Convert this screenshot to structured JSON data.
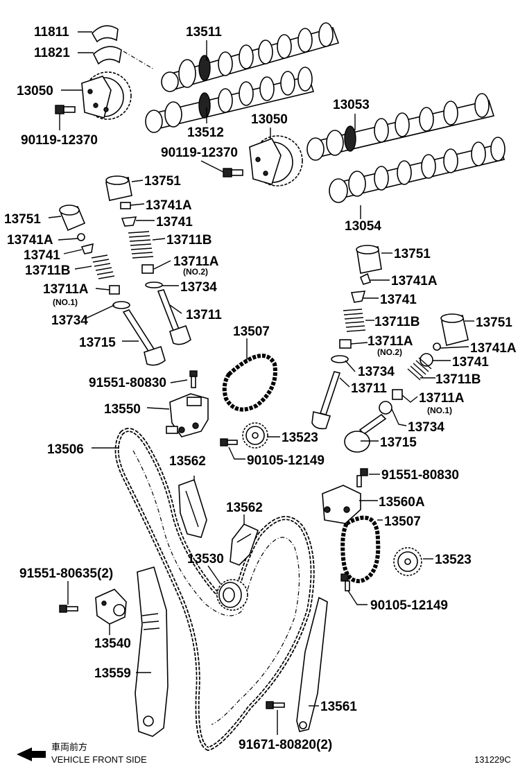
{
  "diagram": {
    "labels": [
      {
        "id": "p11811",
        "text": "11811"
      },
      {
        "id": "p11821",
        "text": "11821"
      },
      {
        "id": "p13511",
        "text": "13511"
      },
      {
        "id": "p13050a",
        "text": "13050"
      },
      {
        "id": "p90119a",
        "text": "90119-12370"
      },
      {
        "id": "p13512",
        "text": "13512"
      },
      {
        "id": "p13050b",
        "text": "13050"
      },
      {
        "id": "p90119b",
        "text": "90119-12370"
      },
      {
        "id": "p13053",
        "text": "13053"
      },
      {
        "id": "p13054",
        "text": "13054"
      },
      {
        "id": "p13751a",
        "text": "13751"
      },
      {
        "id": "p13741Aa",
        "text": "13741A"
      },
      {
        "id": "p13741a",
        "text": "13741"
      },
      {
        "id": "p13711Ba",
        "text": "13711B"
      },
      {
        "id": "p13711Aa",
        "text": "13711A"
      },
      {
        "id": "p13734a",
        "text": "13734"
      },
      {
        "id": "p13711a",
        "text": "13711"
      },
      {
        "id": "p13751b",
        "text": "13751"
      },
      {
        "id": "p13741Ab",
        "text": "13741A"
      },
      {
        "id": "p13741b",
        "text": "13741"
      },
      {
        "id": "p13711Bb",
        "text": "13711B"
      },
      {
        "id": "p13711Ab",
        "text": "13711A"
      },
      {
        "id": "p13734b",
        "text": "13734"
      },
      {
        "id": "p13715a",
        "text": "13715"
      },
      {
        "id": "p13507a",
        "text": "13507"
      },
      {
        "id": "p91551a",
        "text": "91551-80830"
      },
      {
        "id": "p13550",
        "text": "13550"
      },
      {
        "id": "p13506",
        "text": "13506"
      },
      {
        "id": "p13523a",
        "text": "13523"
      },
      {
        "id": "p90105a",
        "text": "90105-12149"
      },
      {
        "id": "p13751c",
        "text": "13751"
      },
      {
        "id": "p13741Ac",
        "text": "13741A"
      },
      {
        "id": "p13741c",
        "text": "13741"
      },
      {
        "id": "p13711Bc",
        "text": "13711B"
      },
      {
        "id": "p13711Ac",
        "text": "13711A"
      },
      {
        "id": "p13734c",
        "text": "13734"
      },
      {
        "id": "p13711b",
        "text": "13711"
      },
      {
        "id": "p13751d",
        "text": "13751"
      },
      {
        "id": "p13741Ad",
        "text": "13741A"
      },
      {
        "id": "p13741d",
        "text": "13741"
      },
      {
        "id": "p13711Bd",
        "text": "13711B"
      },
      {
        "id": "p13711Ad",
        "text": "13711A"
      },
      {
        "id": "p13734d",
        "text": "13734"
      },
      {
        "id": "p13715b",
        "text": "13715"
      },
      {
        "id": "p13562a",
        "text": "13562"
      },
      {
        "id": "p91551b",
        "text": "91551-80830"
      },
      {
        "id": "p13560A",
        "text": "13560A"
      },
      {
        "id": "p13562b",
        "text": "13562"
      },
      {
        "id": "p13507b",
        "text": "13507"
      },
      {
        "id": "p13530",
        "text": "13530"
      },
      {
        "id": "p13523b",
        "text": "13523"
      },
      {
        "id": "p91551c",
        "text": "91551-80635(2)"
      },
      {
        "id": "p90105b",
        "text": "90105-12149"
      },
      {
        "id": "p13540",
        "text": "13540"
      },
      {
        "id": "p13559",
        "text": "13559"
      },
      {
        "id": "p13561",
        "text": "13561"
      },
      {
        "id": "p91671",
        "text": "91671-80820(2)"
      }
    ],
    "sublabels": {
      "no2_a": "(NO.2)",
      "no1_a": "(NO.1)",
      "no2_b": "(NO.2)",
      "no1_b": "(NO.1)"
    },
    "footer": {
      "front_cjk": "車両前方",
      "front_en": "VEHICLE FRONT SIDE",
      "figure_code": "131229C"
    }
  }
}
